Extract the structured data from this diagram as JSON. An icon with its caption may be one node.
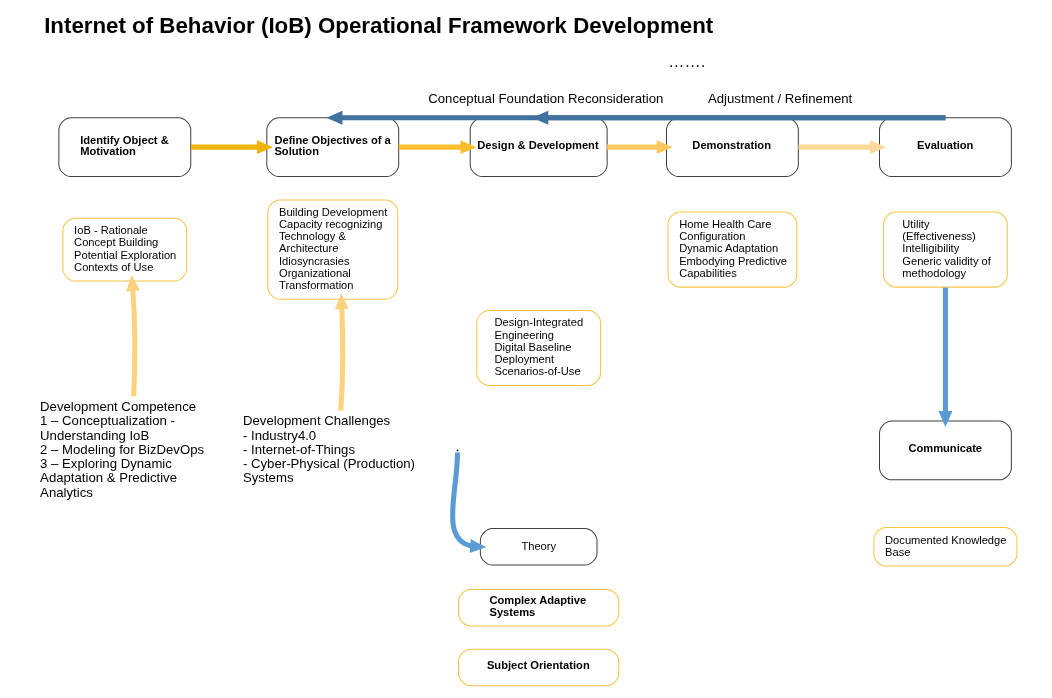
{
  "diagram": {
    "title": "Internet of Behavior (IoB) Operational Framework Development",
    "nodes": [
      {
        "text": [
          "Identify Object & Motivation"
        ]
      },
      {
        "text": [
          "IoB - Rationale",
          "Concept Building",
          "Potential Exploration",
          "Contexts of Use"
        ]
      },
      {
        "text": [
          "Define Objectives of a Solution"
        ]
      },
      {
        "text": [
          "Building Development Capacity recognizing Technology & Architecture Idiosyncrasies",
          "Organizational Transformation"
        ]
      },
      {
        "text": [
          "Design & Development"
        ]
      },
      {
        "text": [
          "Design-Integrated Engineering",
          "Digital Baseline Deployment",
          "Scenarios-of-Use"
        ]
      },
      {
        "text": [
          "Demonstration"
        ]
      },
      {
        "text": [
          "Home Health Care",
          "Configuration",
          "Dynamic Adaptation",
          "Embodying Predictive Capabilities"
        ]
      },
      {
        "text": [
          "Evaluation"
        ]
      },
      {
        "text": [
          "Utility (Effectiveness)",
          "Intelligibility",
          "Generic validity of methodology"
        ]
      },
      {
        "text": [
          "Development Competence",
          "1 – Conceptualization - Understanding IoB",
          "2 – Modeling for BizDevOps",
          "3 – Exploring Dynamic Adaptation & Predictive Analytics"
        ]
      },
      {
        "text": [
          "Development Challenges",
          "- Industry4.0",
          "- Internet-of-Things",
          "- Cyber-Physical (Production) Systems"
        ]
      },
      {
        "text": [
          "Theory"
        ]
      },
      {
        "text": [
          "Complex Adaptive Systems"
        ]
      },
      {
        "text": [
          "Subject Orientation"
        ]
      },
      {
        "text": [
          "Communicate"
        ]
      },
      {
        "text": [
          "Documented Knowledge Base"
        ]
      }
    ],
    "edges": [
      {
        "from": 0,
        "to": 2,
        "arrow": "to",
        "color": "#f0b400"
      },
      {
        "from": 2,
        "to": 4,
        "arrow": "to",
        "color": "#fbbf2d"
      },
      {
        "from": 4,
        "to": 6,
        "arrow": "to",
        "color": "#fdc95e"
      },
      {
        "from": 6,
        "to": 8,
        "arrow": "to",
        "color": "#fdd998"
      },
      {
        "from": 10,
        "to": 1,
        "arrow": "to",
        "color": "#fdd27f"
      },
      {
        "from": 11,
        "to": 3,
        "arrow": "to",
        "color": "#fdd27f"
      },
      {
        "from": 9,
        "to": 15,
        "arrow": "to",
        "color": "#5b9bd5"
      },
      {
        "from": null,
        "to": 12,
        "arrow": "to",
        "color": "#5b9bd5"
      },
      {
        "from": 8,
        "to": 2,
        "arrow": "to",
        "label": "Conceptual Foundation Reconsideration",
        "color": "#41719c"
      },
      {
        "from": 8,
        "to": 4,
        "arrow": "to",
        "label": "Adjustment / Refinement",
        "color": "#41719c"
      }
    ],
    "labels": [
      "……."
    ]
  }
}
